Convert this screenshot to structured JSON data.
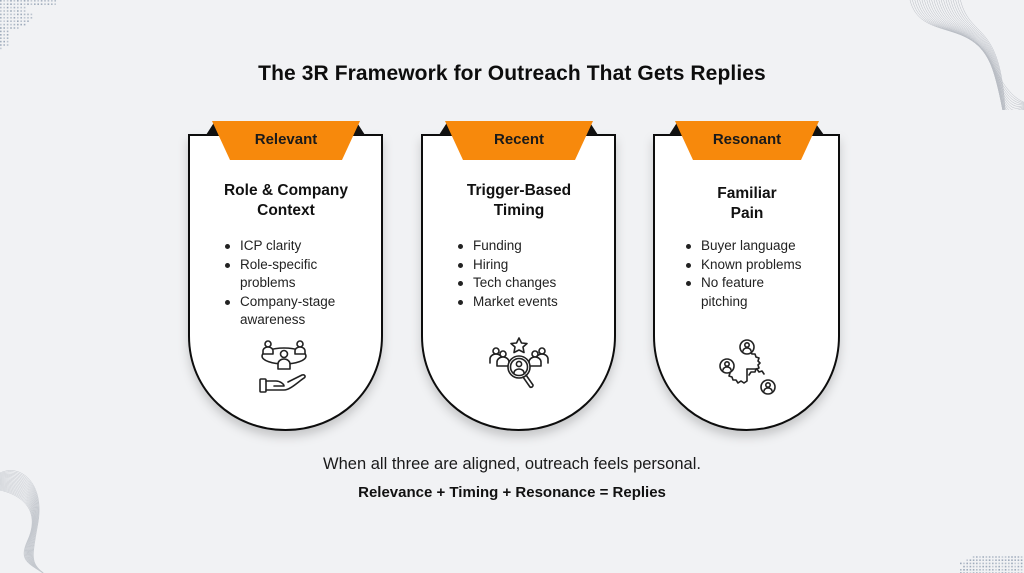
{
  "title": "The 3R Framework for Outreach That Gets Replies",
  "colors": {
    "accent": "#f7890c",
    "background": "#f1f2f4",
    "card_fill": "#ffffff",
    "card_border": "#111111"
  },
  "cards": [
    {
      "tab": "Relevant",
      "title_lines": [
        "Role & Company",
        "Context"
      ],
      "bullets": [
        "ICP clarity",
        "Role-specific problems",
        "Company-stage awareness"
      ],
      "icon": "people-in-hand-icon"
    },
    {
      "tab": "Recent",
      "title_lines": [
        "Trigger-Based",
        "Timing"
      ],
      "bullets": [
        "Funding",
        "Hiring",
        "Tech changes",
        "Market events"
      ],
      "icon": "talent-search-icon"
    },
    {
      "tab": "Resonant",
      "title_lines": [
        "Familiar",
        "Pain"
      ],
      "bullets": [
        "Buyer language",
        "Known problems",
        "No feature pitching"
      ],
      "icon": "connected-people-gears-icon"
    }
  ],
  "footer": {
    "line1": "When all three are aligned, outreach feels personal.",
    "line2": "Relevance + Timing + Resonance = Replies"
  }
}
